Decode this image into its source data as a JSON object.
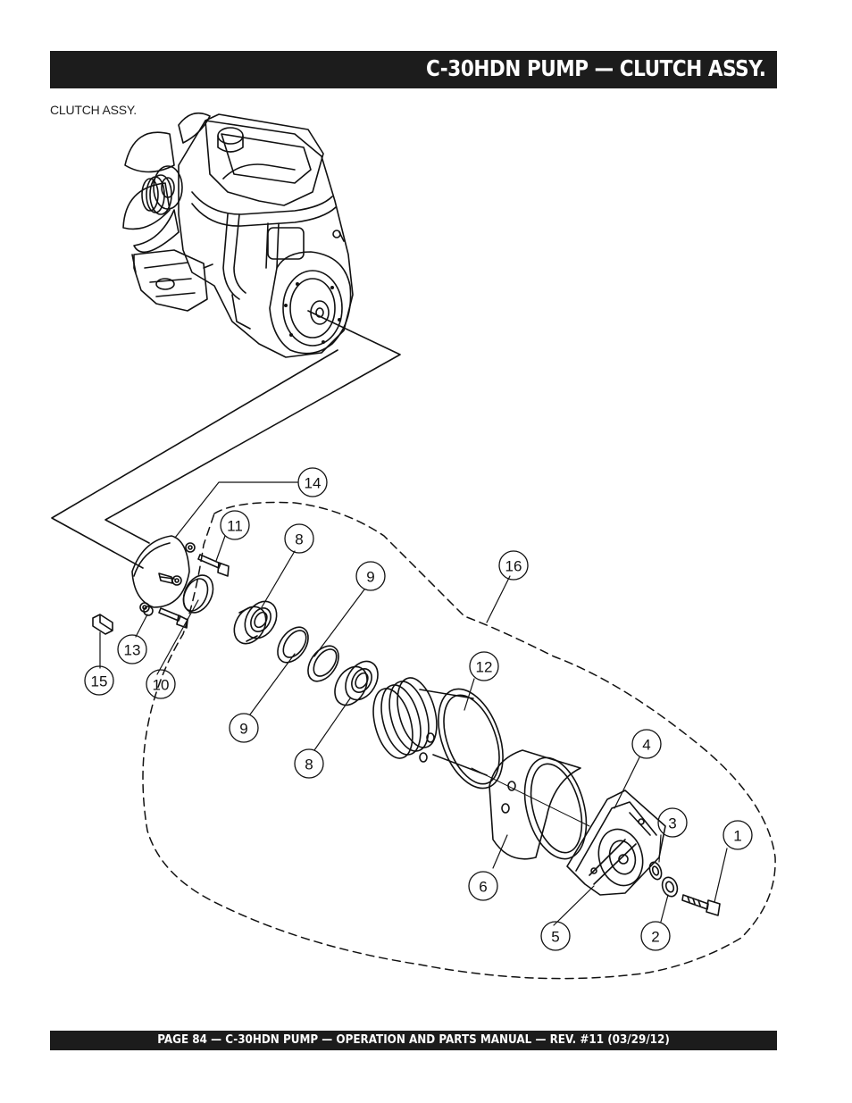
{
  "header": {
    "title": "C-30HDN PUMP — CLUTCH ASSY."
  },
  "section_label": "CLUTCH ASSY.",
  "callouts": [
    {
      "id": "1",
      "label": "1"
    },
    {
      "id": "2",
      "label": "2"
    },
    {
      "id": "3",
      "label": "3"
    },
    {
      "id": "4",
      "label": "4"
    },
    {
      "id": "5",
      "label": "5"
    },
    {
      "id": "6",
      "label": "6"
    },
    {
      "id": "8a",
      "label": "8"
    },
    {
      "id": "8b",
      "label": "8"
    },
    {
      "id": "9a",
      "label": "9"
    },
    {
      "id": "9b",
      "label": "9"
    },
    {
      "id": "10",
      "label": "10"
    },
    {
      "id": "11",
      "label": "11"
    },
    {
      "id": "12",
      "label": "12"
    },
    {
      "id": "13",
      "label": "13"
    },
    {
      "id": "14",
      "label": "14"
    },
    {
      "id": "15",
      "label": "15"
    },
    {
      "id": "16",
      "label": "16"
    }
  ],
  "footer": {
    "text": "PAGE 84 — C-30HDN PUMP — OPERATION AND PARTS MANUAL — REV. #11 (03/29/12)"
  }
}
